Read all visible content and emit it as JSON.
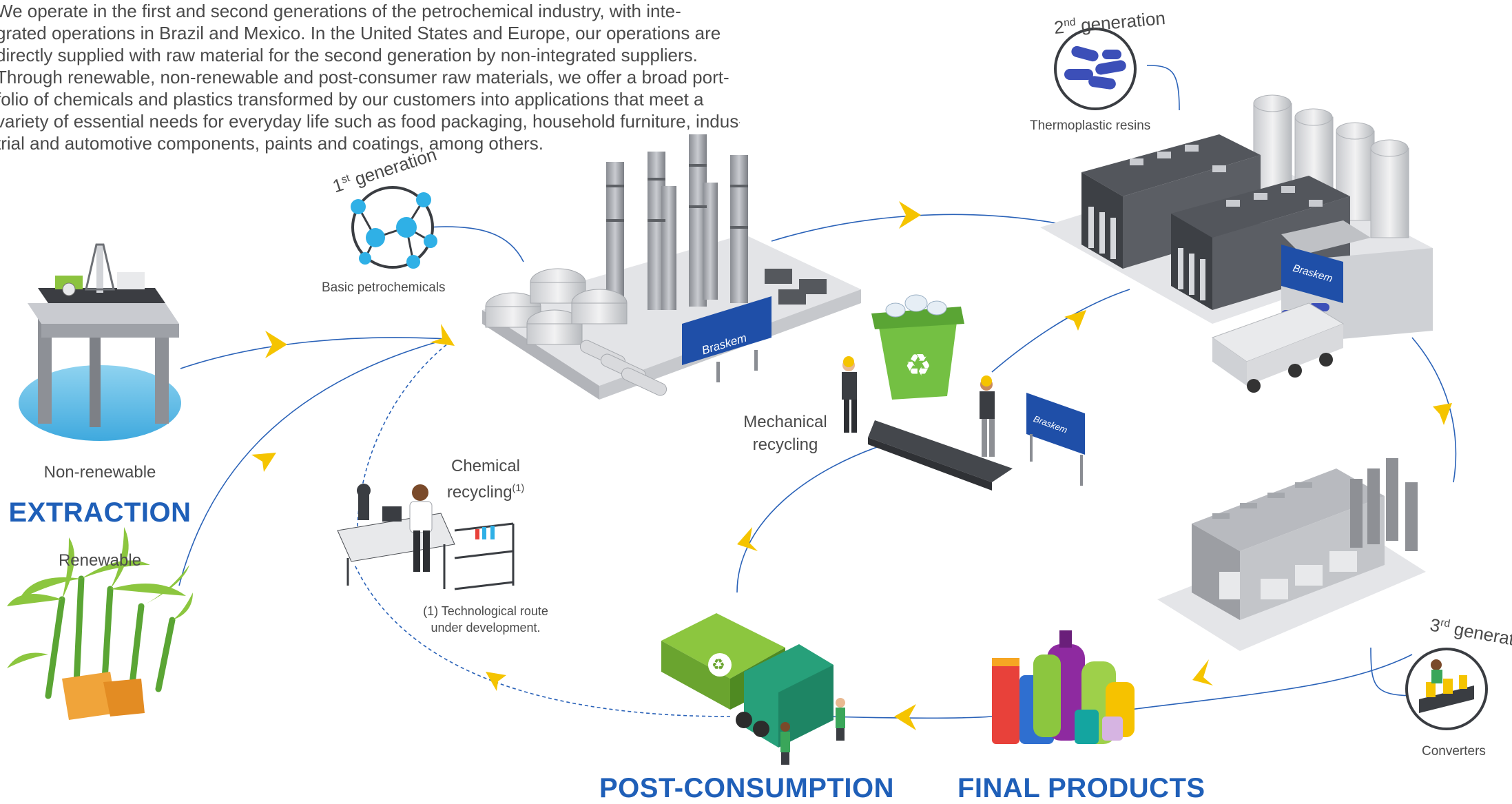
{
  "intro": {
    "lines": [
      "We operate in the first and second generations of the petrochemical industry, with inte-",
      "grated operations in Brazil and Mexico. In the United States and Europe, our operations are",
      "directly supplied with raw material for the second generation by non-integrated suppliers.",
      "Through renewable, non-renewable and post-consumer raw materials, we offer a broad port-",
      "folio of chemicals and plastics transformed by our customers into applications that meet a",
      "variety of essential needs for everyday life such as food packaging, household furniture, indus-",
      "trial and automotive components, paints and coatings, among others."
    ]
  },
  "generations": {
    "first": {
      "ordinal": "1",
      "sup": "st",
      "word": "generation",
      "caption": "Basic petrochemicals"
    },
    "second": {
      "ordinal": "2",
      "sup": "nd",
      "word": "generation",
      "caption": "Thermoplastic resins"
    },
    "third": {
      "ordinal": "3",
      "sup": "rd",
      "word": "generation",
      "caption": "Converters"
    }
  },
  "extraction": {
    "title": "EXTRACTION",
    "non_renewable": "Non-renewable",
    "renewable": "Renewable"
  },
  "mechanical": {
    "line1": "Mechanical",
    "line2": "recycling"
  },
  "chemical": {
    "line1": "Chemical",
    "line2": "recycling",
    "footnote_mark": "(1)",
    "note_line1": "(1) Technological route",
    "note_line2": "under development."
  },
  "post_consumption": "POST-CONSUMPTION",
  "final_products": "FINAL PRODUCTS",
  "brand": "Braskem",
  "colors": {
    "accent_blue": "#1f5fb8",
    "arrow_yellow": "#f5c400",
    "flow_line": "#2a62b8",
    "recycle_green": "#6cbf3a",
    "industrial_gray": "#c9cbd0"
  }
}
